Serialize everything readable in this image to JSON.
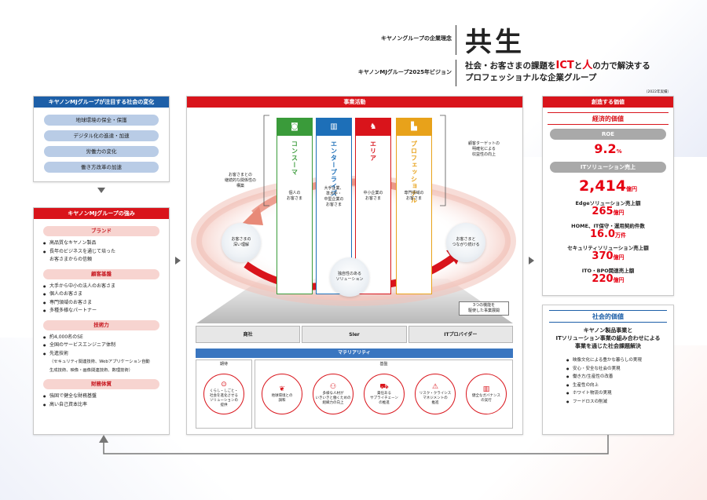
{
  "header": {
    "philosophy_label": "キヤノングループの企業理念",
    "philosophy_word": "共生",
    "vision_label": "キヤノンMJグループ2025年ビジョン",
    "vision_line1_a": "社会・お客さまの課題を",
    "vision_line1_ict": "ICT",
    "vision_line1_to": "と",
    "vision_line1_hito": "人",
    "vision_line1_b": "の力で解決する",
    "vision_line2": "プロフェッショナルな企業グループ",
    "year_note": "（2022年実績）"
  },
  "social": {
    "title": "キヤノンMJグループが注目する社会の変化",
    "items": [
      "地球環境の保全・保護",
      "デジタル化の進達・加速",
      "労働力の変化",
      "働き方改革の加速"
    ]
  },
  "strengths": {
    "title": "キヤノンMJグループの強み",
    "brand": {
      "label": "ブランド",
      "items": [
        "高品質なキヤノン製品",
        "長年のビジネスを通じて培った",
        "お客さまからの信頼"
      ]
    },
    "customer": {
      "label": "顧客基盤",
      "items": [
        "大手から中小の法人のお客さま",
        "個人のお客さま",
        "専門領域のお客さま",
        "多種多様なパートナー"
      ]
    },
    "tech": {
      "label": "技術力",
      "items": [
        "約4,000名のSE",
        "全国のサービスエンジニア体制",
        "先進技術",
        "（セキュリティ関連技術、Webアプリケーション自動",
        "生成技術、映像・画像関連技術、数理技術）"
      ]
    },
    "finance": {
      "label": "財務体質",
      "items": [
        "強固で健全な財務基盤",
        "高い自己資本比率"
      ]
    }
  },
  "business": {
    "title": "事業活動",
    "columns": [
      {
        "name": "コンスーマ",
        "sub": "個人の\nお客さま",
        "icon": "camera-icon",
        "color": "#3a9b3a"
      },
      {
        "name": "エンタープライズ",
        "sub": "大手企業、\n準大手・\n中堅企業の\nお客さま",
        "icon": "building-icon",
        "color": "#1d6fb8"
      },
      {
        "name": "エリア",
        "sub": "中小企業の\nお客さま",
        "icon": "chair-icon",
        "color": "#d9141b"
      },
      {
        "name": "プロフェッショナル",
        "sub": "専門領域の\nお客さま",
        "icon": "factory-icon",
        "color": "#e8a21a"
      }
    ],
    "note_left": "お客さまとの\n継続的な関係性の\n構築",
    "note_right": "顧客ターゲットの\n明確化による\n収益性の向上",
    "circle_left": "お客さまの\n深い理解",
    "circle_center": "独自性のある\nソリューション",
    "circle_right": "お客さまと\nつながり続ける",
    "note_bottom": "3つの機能を\n駆使した事業展開",
    "functions": [
      "商社",
      "SIer",
      "ITプロバイダー"
    ],
    "materiality_title": "マテリアリティ",
    "materiality_growth": "期待",
    "materiality_base": "基盤",
    "materiality_items": [
      {
        "text": "くらし・しごと・\n社会を進化させる\nソリューションの\n提供",
        "icon": "pin-icon"
      },
      {
        "text": "地球環境との\n調和",
        "icon": "leaf-icon"
      },
      {
        "text": "多様な人材が\nいきいきと働くための\n組織力の向上",
        "icon": "people-icon"
      },
      {
        "text": "責任ある\nサプライチェーン\nの推進",
        "icon": "truck-icon"
      },
      {
        "text": "リスク・クライシス\nマネジメントの\n推進",
        "icon": "alert-icon"
      },
      {
        "text": "健全なガバナンス\nの実行",
        "icon": "building-icon"
      }
    ]
  },
  "value": {
    "title": "創造する価値",
    "economic_title": "経済的価値",
    "roe_label": "ROE",
    "roe_value": "9.2",
    "roe_unit": "%",
    "it_label": "ITソリューション売上",
    "it_value": "2,414",
    "it_unit": "億円",
    "edge_label": "Edgeソリューション売上額",
    "edge_value": "265",
    "edge_unit": "億円",
    "home_label": "HOME、IT保守・運用契約件数",
    "home_value": "16.0",
    "home_unit": "万件",
    "sec_label": "セキュリティソリューション売上額",
    "sec_value": "370",
    "sec_unit": "億円",
    "bpo_label": "ITO・BPO関連売上額",
    "bpo_value": "220",
    "bpo_unit": "億円"
  },
  "social_value": {
    "title": "社会的価値",
    "headline": "キヤノン製品事業と\nITソリューション事業の組み合わせによる\n事業を通じた社会課題解決",
    "items": [
      "映像文化による豊かな暮らしの実現",
      "安心・安全な社会の実現",
      "働き方/生産性の改善",
      "生産性の向上",
      "ホワイト物流の実現",
      "フードロスの削減"
    ]
  },
  "colors": {
    "red": "#d9141b",
    "blue": "#1d5fa8",
    "green": "#3a9b3a",
    "orange": "#e8a21a"
  }
}
